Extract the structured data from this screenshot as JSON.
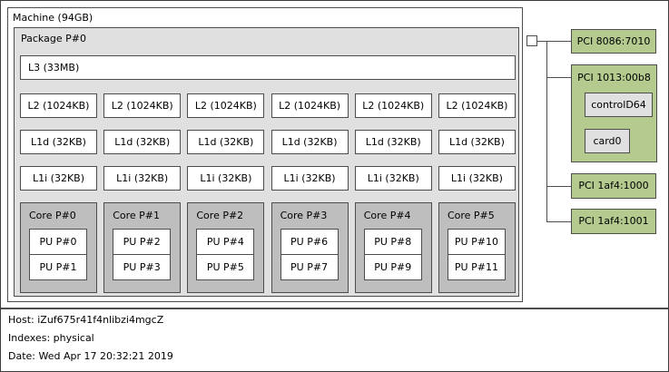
{
  "machine": {
    "label": "Machine (94GB)"
  },
  "package": {
    "label": "Package P#0",
    "l3_label": "L3 (33MB)",
    "columns": [
      {
        "l2": "L2 (1024KB)",
        "l1d": "L1d (32KB)",
        "l1i": "L1i (32KB)",
        "core": "Core P#0",
        "pus": [
          "PU P#0",
          "PU P#1"
        ]
      },
      {
        "l2": "L2 (1024KB)",
        "l1d": "L1d (32KB)",
        "l1i": "L1i (32KB)",
        "core": "Core P#1",
        "pus": [
          "PU P#2",
          "PU P#3"
        ]
      },
      {
        "l2": "L2 (1024KB)",
        "l1d": "L1d (32KB)",
        "l1i": "L1i (32KB)",
        "core": "Core P#2",
        "pus": [
          "PU P#4",
          "PU P#5"
        ]
      },
      {
        "l2": "L2 (1024KB)",
        "l1d": "L1d (32KB)",
        "l1i": "L1i (32KB)",
        "core": "Core P#3",
        "pus": [
          "PU P#6",
          "PU P#7"
        ]
      },
      {
        "l2": "L2 (1024KB)",
        "l1d": "L1d (32KB)",
        "l1i": "L1i (32KB)",
        "core": "Core P#4",
        "pus": [
          "PU P#8",
          "PU P#9"
        ]
      },
      {
        "l2": "L2 (1024KB)",
        "l1d": "L1d (32KB)",
        "l1i": "L1i (32KB)",
        "core": "Core P#5",
        "pus": [
          "PU P#10",
          "PU P#11"
        ]
      }
    ]
  },
  "pci": {
    "devices": [
      {
        "label": "PCI 8086:7010"
      },
      {
        "label": "PCI 1013:00b8",
        "children": [
          {
            "label": "controlD64"
          },
          {
            "label": "card0"
          }
        ]
      },
      {
        "label": "PCI 1af4:1000"
      },
      {
        "label": "PCI 1af4:1001"
      }
    ]
  },
  "legend": {
    "host": "Host: iZuf675r41f4nlibzi4mgcZ",
    "indexes": "Indexes: physical",
    "date": "Date: Wed Apr 17 20:32:21 2019"
  },
  "colors": {
    "pci_green": "#b4ca8e",
    "package_gray": "#e0e0e0",
    "core_gray": "#bebebe",
    "border_gray": "#4d4d4d",
    "background": "#ffffff"
  }
}
